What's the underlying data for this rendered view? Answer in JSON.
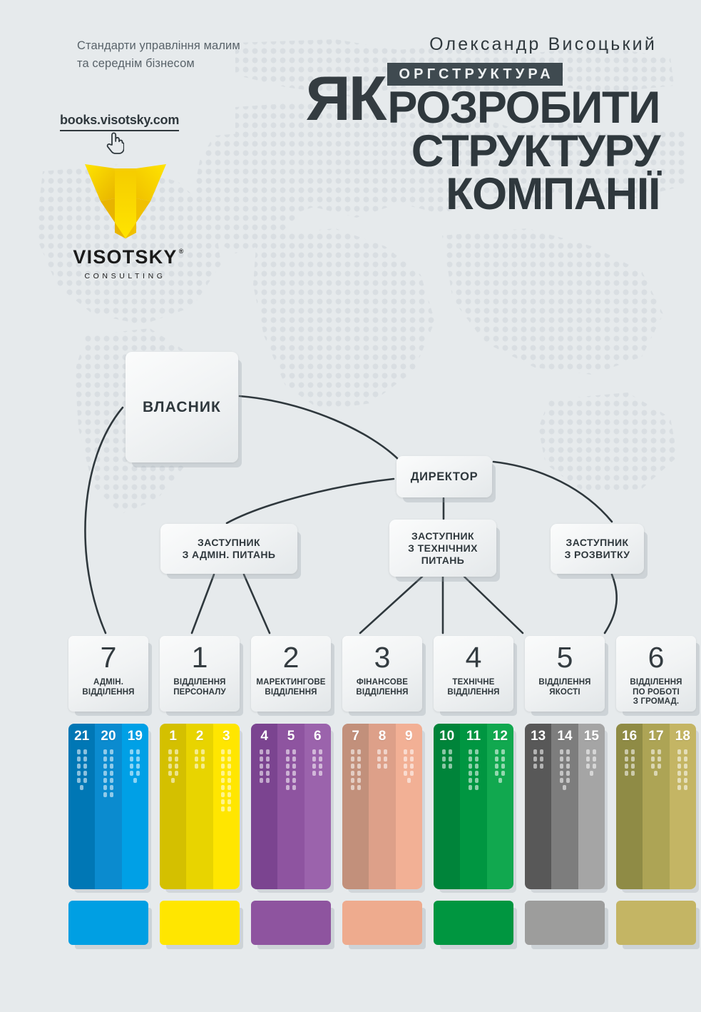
{
  "header": {
    "tagline": "Стандарти управління малим та середнім бізнесом",
    "site_url": "books.visotsky.com",
    "cursor_icon": "pointing-hand-icon",
    "logo": {
      "mark": "v-logo-icon",
      "name": "VISOTSKY",
      "registered": "®",
      "sub": "CONSULTING"
    },
    "author": "Олександр Висоцький",
    "title": {
      "word1": "ЯК",
      "badge": "ОРГСТРУКТУРА",
      "line1": "РОЗРОБИТИ",
      "line2": "СТРУКТУРУ",
      "line3": "КОМПАНІЇ"
    }
  },
  "chart_data": {
    "type": "diagram",
    "title": "Організаційна структура компанії",
    "nodes": [
      {
        "id": "owner",
        "label": "ВЛАСНИК",
        "level": 0
      },
      {
        "id": "director",
        "label": "ДИРЕКТОР",
        "level": 1
      },
      {
        "id": "dep_adm",
        "label": "ЗАСТУПНИК\nЗ АДМІН. ПИТАНЬ",
        "level": 2
      },
      {
        "id": "dep_tech",
        "label": "ЗАСТУПНИК\nЗ ТЕХНІЧНИХ ПИТАНЬ",
        "level": 2
      },
      {
        "id": "dep_dev",
        "label": "ЗАСТУПНИК\nЗ РОЗВИТКУ",
        "level": 2
      }
    ],
    "edges": [
      [
        "owner",
        "director"
      ],
      [
        "owner",
        "div7"
      ],
      [
        "director",
        "dep_adm"
      ],
      [
        "director",
        "dep_tech"
      ],
      [
        "director",
        "dep_dev"
      ],
      [
        "dep_adm",
        "div1"
      ],
      [
        "dep_adm",
        "div2"
      ],
      [
        "dep_tech",
        "div3"
      ],
      [
        "dep_tech",
        "div4"
      ],
      [
        "dep_tech",
        "div5"
      ],
      [
        "dep_dev",
        "div6"
      ]
    ]
  },
  "org": {
    "owner": "ВЛАСНИК",
    "director": "ДИРЕКТОР",
    "deputies": [
      {
        "l1": "ЗАСТУПНИК",
        "l2": "З АДМІН. ПИТАНЬ",
        "l3": ""
      },
      {
        "l1": "ЗАСТУПНИК",
        "l2": "З ТЕХНІЧНИХ",
        "l3": "ПИТАНЬ"
      },
      {
        "l1": "ЗАСТУПНИК",
        "l2": "З РОЗВИТКУ",
        "l3": ""
      }
    ]
  },
  "divisions": [
    {
      "num": "7",
      "cap1": "АДМІН.",
      "cap2": "ВІДДІЛЕННЯ",
      "cap3": ""
    },
    {
      "num": "1",
      "cap1": "ВІДДІЛЕННЯ",
      "cap2": "ПЕРСОНАЛУ",
      "cap3": ""
    },
    {
      "num": "2",
      "cap1": "МАРЕКТИНГОВЕ",
      "cap2": "ВІДДІЛЕННЯ",
      "cap3": ""
    },
    {
      "num": "3",
      "cap1": "ФІНАНСОВЕ",
      "cap2": "ВІДДІЛЕННЯ",
      "cap3": ""
    },
    {
      "num": "4",
      "cap1": "ТЕХНІЧНЕ",
      "cap2": "ВІДДІЛЕННЯ",
      "cap3": ""
    },
    {
      "num": "5",
      "cap1": "ВІДДІЛЕННЯ",
      "cap2": "ЯКОСТІ",
      "cap3": ""
    },
    {
      "num": "6",
      "cap1": "ВІДДІЛЕННЯ",
      "cap2": "ПО РОБОТІ",
      "cap3": "З ГРОМАД."
    }
  ],
  "color_blocks": [
    {
      "name": "blue",
      "base": "#009fe3",
      "numbers": [
        "21",
        "20",
        "19"
      ],
      "shades": [
        "#0077b5",
        "#0b8bcf",
        "#00a0e6"
      ],
      "dot_counts": [
        11,
        14,
        9
      ]
    },
    {
      "name": "yellow",
      "base": "#ffe600",
      "numbers": [
        "1",
        "2",
        "3"
      ],
      "shades": [
        "#d4c000",
        "#e8d400",
        "#ffe600"
      ],
      "dot_counts": [
        9,
        6,
        18
      ]
    },
    {
      "name": "purple",
      "base": "#8e549f",
      "numbers": [
        "4",
        "5",
        "6"
      ],
      "shades": [
        "#7b4490",
        "#8e54a0",
        "#9b63ac"
      ],
      "dot_counts": [
        10,
        12,
        8
      ]
    },
    {
      "name": "salmon",
      "base": "#eeab8e",
      "numbers": [
        "7",
        "8",
        "9"
      ],
      "shades": [
        "#c2907b",
        "#dda089",
        "#f2b095"
      ],
      "dot_counts": [
        12,
        6,
        9
      ]
    },
    {
      "name": "green",
      "base": "#009640",
      "numbers": [
        "10",
        "11",
        "12"
      ],
      "shades": [
        "#00843a",
        "#009641",
        "#11a84f"
      ],
      "dot_counts": [
        6,
        12,
        9
      ]
    },
    {
      "name": "gray",
      "base": "#9d9d9c",
      "numbers": [
        "13",
        "14",
        "15"
      ],
      "shades": [
        "#585858",
        "#7d7d7d",
        "#a5a5a5"
      ],
      "dot_counts": [
        6,
        11,
        7
      ]
    },
    {
      "name": "khaki",
      "base": "#c4b564",
      "numbers": [
        "16",
        "17",
        "18"
      ],
      "shades": [
        "#8f8b45",
        "#adA455",
        "#c4b564"
      ],
      "dot_counts": [
        8,
        7,
        12
      ]
    }
  ],
  "swatches": [
    "#009fe3",
    "#ffe600",
    "#8e549f",
    "#eeab8e",
    "#009640",
    "#9d9d9c",
    "#c4b564"
  ]
}
